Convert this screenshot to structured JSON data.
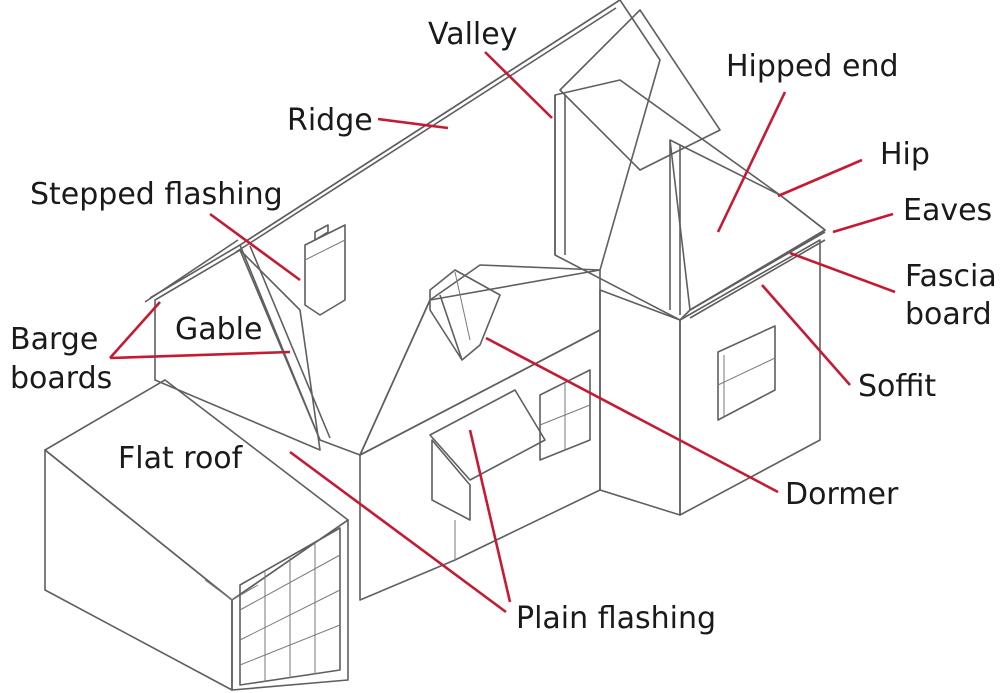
{
  "diagram": {
    "labels": {
      "valley": "Valley",
      "hipped_end": "Hipped end",
      "ridge": "Ridge",
      "hip": "Hip",
      "stepped_flashing": "Stepped flashing",
      "eaves": "Eaves",
      "fascia_line1": "Fascia",
      "fascia_line2": "board",
      "barge_line1": "Barge",
      "barge_line2": "boards",
      "gable": "Gable",
      "soffit": "Soffit",
      "flat_roof": "Flat roof",
      "dormer": "Dormer",
      "plain_flashing": "Plain flashing"
    },
    "colors": {
      "leader": "#c61a33",
      "outline": "#5f5f5f",
      "text": "#1a1a1a"
    }
  }
}
